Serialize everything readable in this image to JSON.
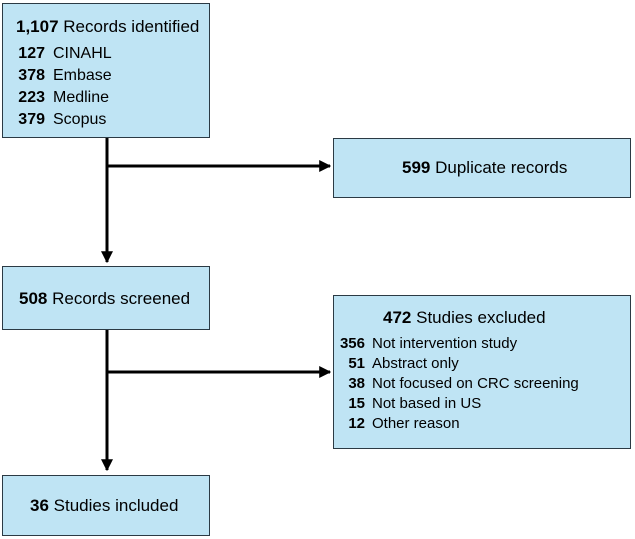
{
  "identified": {
    "count": "1,107",
    "label": "Records identified",
    "sources": [
      {
        "count": "127",
        "label": "CINAHL"
      },
      {
        "count": "378",
        "label": "Embase"
      },
      {
        "count": "223",
        "label": "Medline"
      },
      {
        "count": "379",
        "label": "Scopus"
      }
    ]
  },
  "duplicates": {
    "count": "599",
    "label": "Duplicate records"
  },
  "screened": {
    "count": "508",
    "label": "Records screened"
  },
  "excluded": {
    "count": "472",
    "label": "Studies excluded",
    "reasons": [
      {
        "count": "356",
        "label": "Not intervention study"
      },
      {
        "count": "51",
        "label": "Abstract only"
      },
      {
        "count": "38",
        "label": "Not focused on CRC screening"
      },
      {
        "count": "15",
        "label": "Not based in US"
      },
      {
        "count": "12",
        "label": "Other reason"
      }
    ]
  },
  "included": {
    "count": "36",
    "label": "Studies included"
  },
  "colors": {
    "box_fill": "#bfe4f4",
    "box_border": "#2b3a44",
    "arrow": "#000000"
  }
}
